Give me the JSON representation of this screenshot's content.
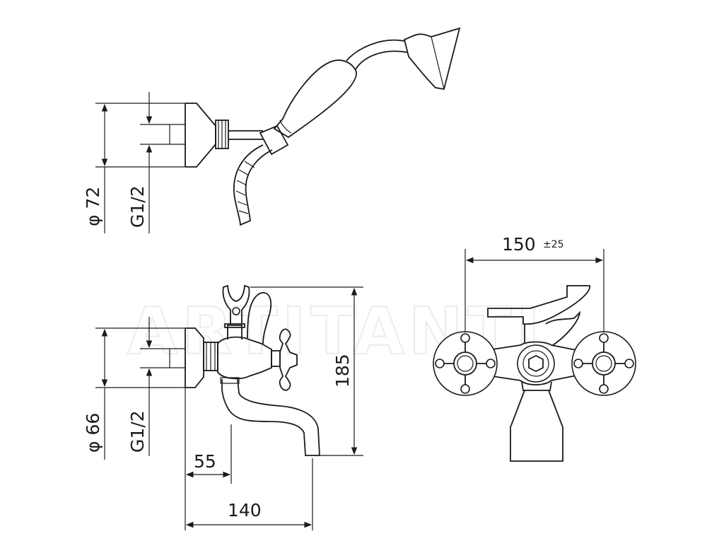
{
  "watermark": "ARTITANTI",
  "shower_set": {
    "diameter_label": "φ 72",
    "thread_label": "G1/2"
  },
  "mixer_side": {
    "diameter_label": "φ 66",
    "thread_label": "G1/2",
    "height_label": "185",
    "spout_offset_label": "55",
    "depth_label": "140"
  },
  "mixer_front": {
    "centers_label": "150",
    "tolerance_label": "±25"
  }
}
